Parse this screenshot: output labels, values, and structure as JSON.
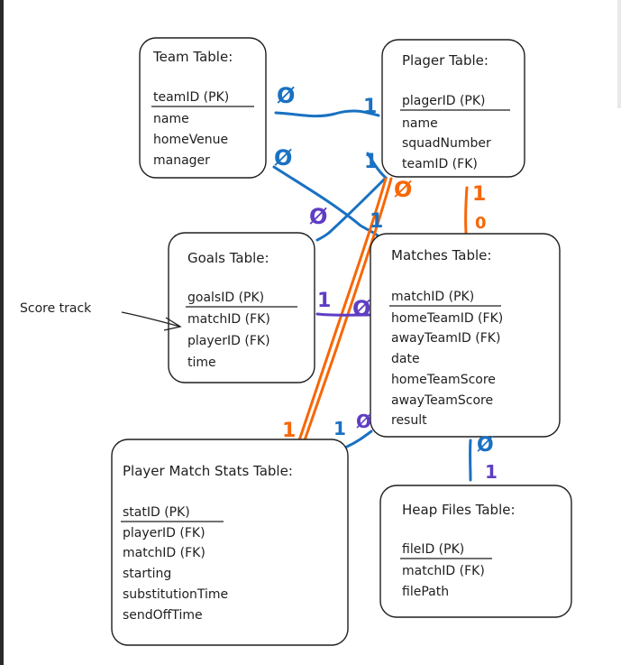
{
  "tables": {
    "team": {
      "title": "Team Table:",
      "pk": "teamID (PK)",
      "fields": [
        "name",
        "homeVenue",
        "manager"
      ]
    },
    "player": {
      "title": "Plager Table:",
      "pk": "plagerID (PK)",
      "fields": [
        "name",
        "squadNumber",
        "teamID (FK)"
      ]
    },
    "goals": {
      "title": "Goals Table:",
      "pk": "goalsID (PK)",
      "fields": [
        "matchID (FK)",
        "playerID (FK)",
        "time"
      ]
    },
    "matches": {
      "title": "Matches Table:",
      "pk": "matchID (PK)",
      "fields": [
        "homeTeamID (FK)",
        "awayTeamID (FK)",
        "date",
        "homeTeamScore",
        "awayTeamScore",
        "result"
      ]
    },
    "stats": {
      "title": "Player Match Stats Table:",
      "pk": "statID (PK)",
      "fields": [
        "playerID (FK)",
        "matchID (FK)",
        "starting",
        "substitutionTime",
        "sendOffTime"
      ]
    },
    "heap": {
      "title": "Heap Files Table:",
      "pk": "fileID (PK)",
      "fields": [
        "matchID (FK)",
        "filePath"
      ]
    }
  },
  "annotation": "Score track",
  "cardinality": {
    "zero": "Ø",
    "one": "1",
    "zero_alt": "0"
  },
  "colors": {
    "ink": "#1e1e1e",
    "blue": "#1971c2",
    "purple": "#5f3dc4",
    "orange": "#f76707"
  }
}
